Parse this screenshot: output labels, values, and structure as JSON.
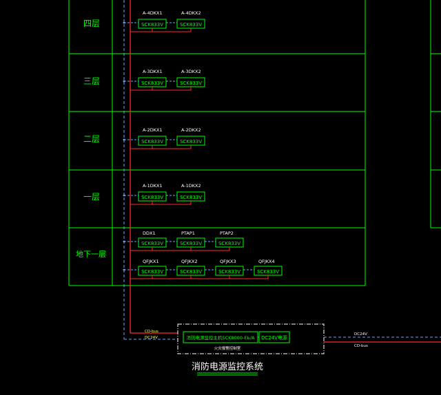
{
  "colors": {
    "frame": "#00ff00",
    "module": "#00ff00",
    "red_line": "#ff2a2a",
    "blue_line": "#6aa9ff",
    "label_white": "#ffffff",
    "label_yellow": "#ffff66",
    "title": "#ffffff"
  },
  "floors": [
    {
      "name": "四层",
      "modules": [
        {
          "tag": "A-4DKX1",
          "model": "SCK833V"
        },
        {
          "tag": "A-4DKX2",
          "model": "SCK833V"
        }
      ]
    },
    {
      "name": "三层",
      "modules": [
        {
          "tag": "A-3DKX1",
          "model": "SCK833V"
        },
        {
          "tag": "A-3DKX2",
          "model": "SCK833V"
        }
      ]
    },
    {
      "name": "二层",
      "modules": [
        {
          "tag": "A-2DKX1",
          "model": "SCK833V"
        },
        {
          "tag": "A-2DKX2",
          "model": "SCK833V"
        }
      ]
    },
    {
      "name": "一层",
      "modules": [
        {
          "tag": "A-1DKX1",
          "model": "SCK833V"
        },
        {
          "tag": "A-1DKX2",
          "model": "SCK833V"
        }
      ]
    },
    {
      "name": "地下一层",
      "rows": [
        [
          {
            "tag": "DDX1",
            "model": "SCK833V"
          },
          {
            "tag": "PTAP1",
            "model": "SCK833V"
          },
          {
            "tag": "PTAP2",
            "model": "SCK833V"
          }
        ],
        [
          {
            "tag": "QFJKX1",
            "model": "SCK833V"
          },
          {
            "tag": "QFJKX2",
            "model": "SCK833V"
          },
          {
            "tag": "QFJKX3",
            "model": "SCK833V"
          },
          {
            "tag": "QFJKX4",
            "model": "SCK833V"
          }
        ]
      ]
    }
  ],
  "controller": {
    "main_label": "消防电源监控主机SCK8000-ЕЬ/А",
    "power_label": "DC24V电源",
    "footer_label": "火灾报警控制室",
    "left_label_top": "CD-bus",
    "left_label_bottom": "DC24V",
    "right_label_top": "DC24V",
    "right_label_bottom": "CD-bus"
  },
  "title": "消防电源监控系统"
}
